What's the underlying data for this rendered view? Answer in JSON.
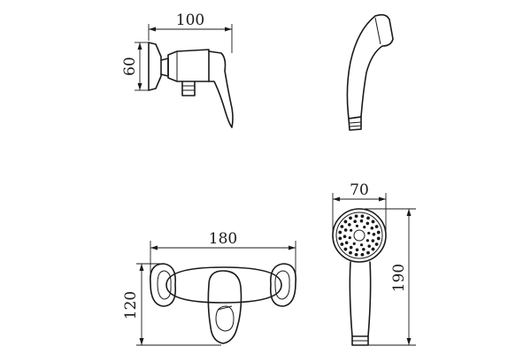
{
  "dimensions": {
    "mixer_side_width": "100",
    "mixer_side_height": "60",
    "mixer_front_width": "180",
    "mixer_front_height": "120",
    "handshower_width": "70",
    "handshower_length": "190"
  }
}
